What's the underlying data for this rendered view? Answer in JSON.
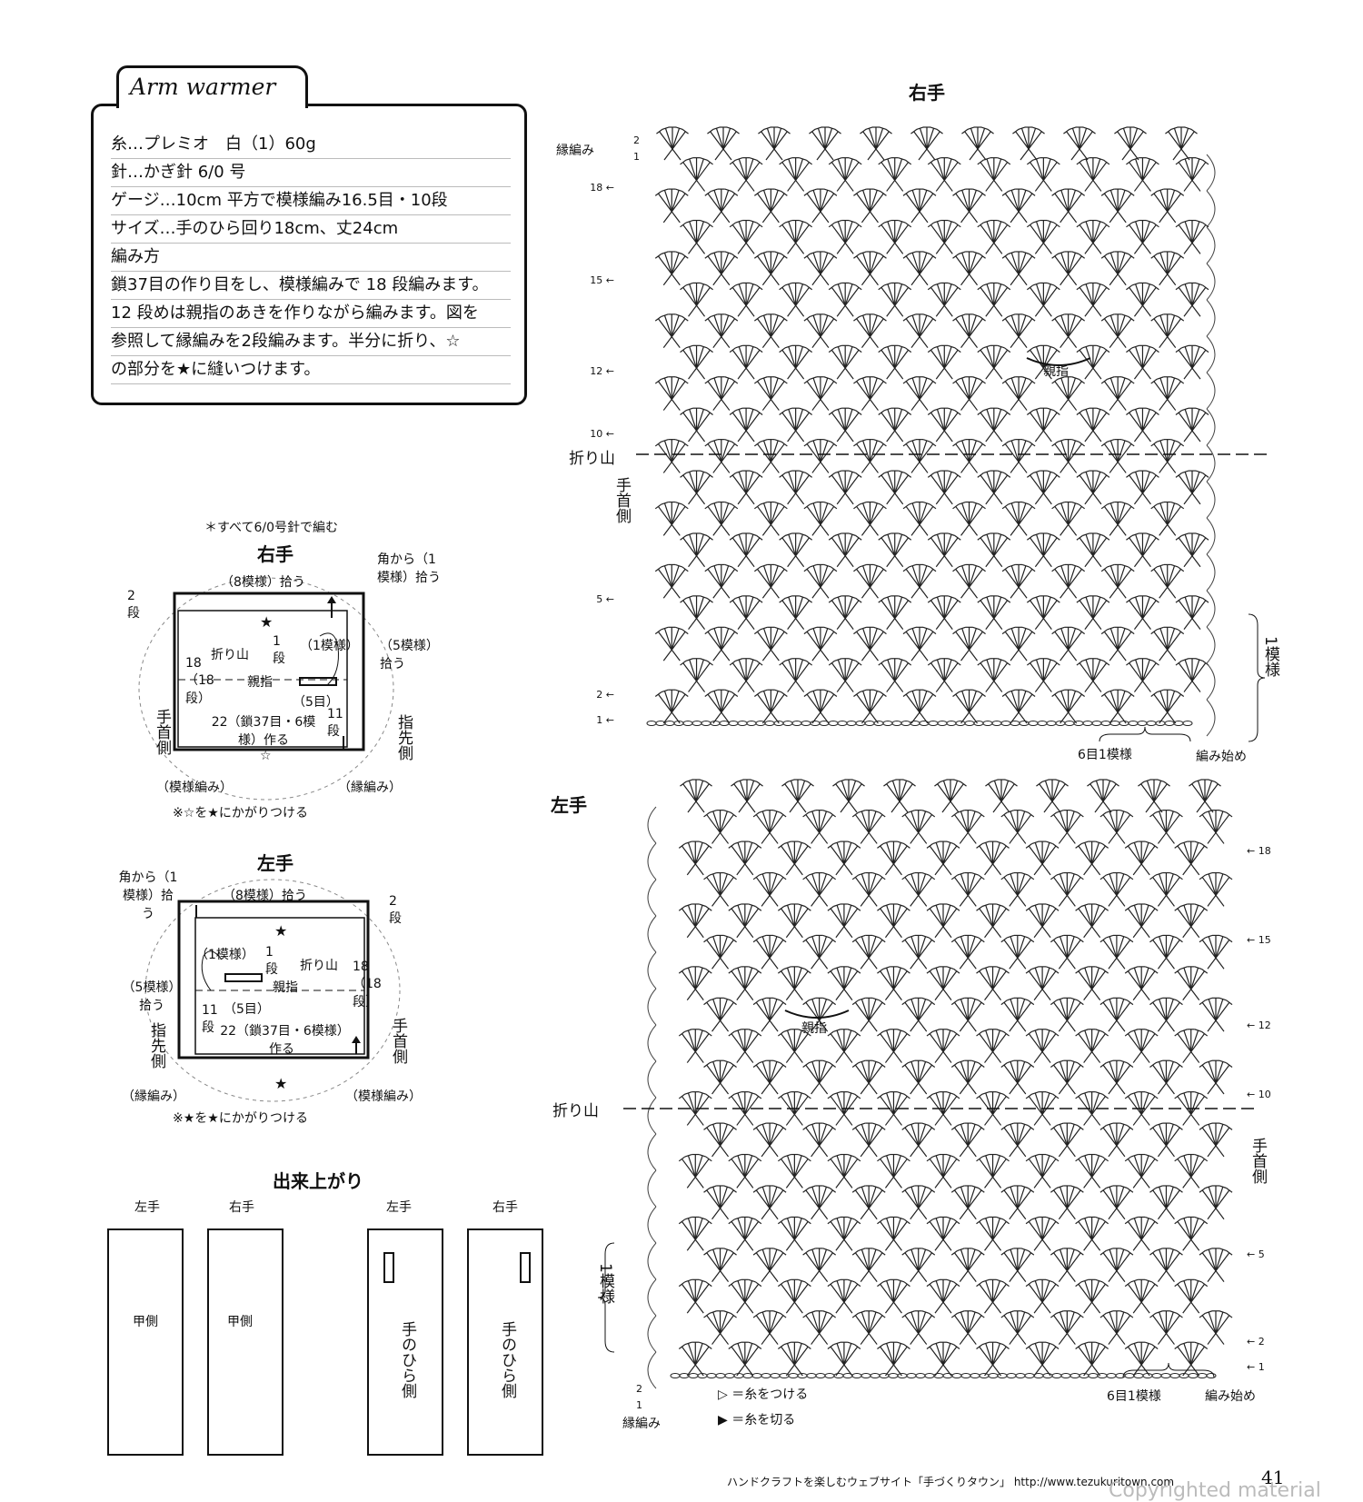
{
  "info": {
    "title": "Arm warmer",
    "lines": [
      "糸…プレミオ　白（1）60g",
      "針…かぎ針 6/0 号",
      "ゲージ…10cm 平方で模様編み16.5目・10段",
      "サイズ…手のひら回り18cm、丈24cm",
      "編み方",
      "鎖37目の作り目をし、模様編みで 18 段編みます。",
      "12 段めは親指のあきを作りながら編みます。図を",
      "参照して縁編みを2段編みます。半分に折り、☆",
      "の部分を★に縫いつけます。"
    ]
  },
  "schematic": {
    "note": "＊すべて6/0号針で編む",
    "right": {
      "title": "右手",
      "top": "（8模様）拾う",
      "corner": "角から（1模様）拾う",
      "side_right": "（5模様）拾う",
      "fold": "折り山",
      "rows": "18（18段）",
      "thumb_unit": "（1模様）",
      "thumb_row": "1段",
      "thumb": "親指",
      "thumb_sts": "（5目）",
      "rows11": "11段",
      "base": "22（鎖37目・6模様）作る",
      "wrist": "手首側",
      "finger": "指先側",
      "edge_rows": "2段",
      "bottom_left": "（模様編み）",
      "bottom_right": "（縁編み）",
      "join": "※☆を★にかがりつける"
    },
    "left": {
      "title": "左手",
      "corner": "角から（1模様）拾う",
      "top": "（8模様）拾う",
      "edge_rows": "2段",
      "thumb_unit": "（1模様）",
      "thumb_row": "1段",
      "fold": "折り山",
      "rows": "18（18段）",
      "side_left": "（5模様）拾う",
      "thumb": "親指",
      "thumb_sts": "（5目）",
      "rows11": "11段",
      "base": "22（鎖37目・6模様）作る",
      "finger": "指先側",
      "wrist": "手首側",
      "bottom_left": "（縁編み）",
      "bottom_right": "（模様編み）",
      "join": "※★を★にかがりつける"
    }
  },
  "finished": {
    "title": "出来上がり",
    "items": [
      {
        "hand": "左手",
        "side": "甲側"
      },
      {
        "hand": "右手",
        "side": "甲側"
      },
      {
        "hand": "左手",
        "side": "手のひら側"
      },
      {
        "hand": "右手",
        "side": "手のひら側"
      }
    ]
  },
  "chart_right": {
    "title": "右手",
    "edge": "縁編み",
    "fold": "折り山",
    "wrist": "手首側",
    "thumb": "親指",
    "repeat": "1模様",
    "stitch_repeat": "6目1模様",
    "start": "編み始め",
    "rows": [
      "18",
      "15",
      "12",
      "10",
      "5",
      "2",
      "1"
    ],
    "edge_rows": [
      "2",
      "1"
    ]
  },
  "chart_left": {
    "title": "左手",
    "edge": "縁編み",
    "fold": "折り山",
    "wrist": "手首側",
    "thumb": "親指",
    "repeat": "1模様",
    "stitch_repeat": "6目1模様",
    "start": "編み始め",
    "rows": [
      "18",
      "15",
      "12",
      "10",
      "5",
      "2",
      "1"
    ],
    "edge_rows": [
      "2",
      "1"
    ]
  },
  "legend": {
    "attach": "＝糸をつける",
    "cut": "＝糸を切る"
  },
  "footer": {
    "text": "ハンドクラフトを楽しむウェブサイト「手づくりタウン」 http://www.tezukuritown.com",
    "page": "41",
    "watermark": "Copyrighted material"
  }
}
